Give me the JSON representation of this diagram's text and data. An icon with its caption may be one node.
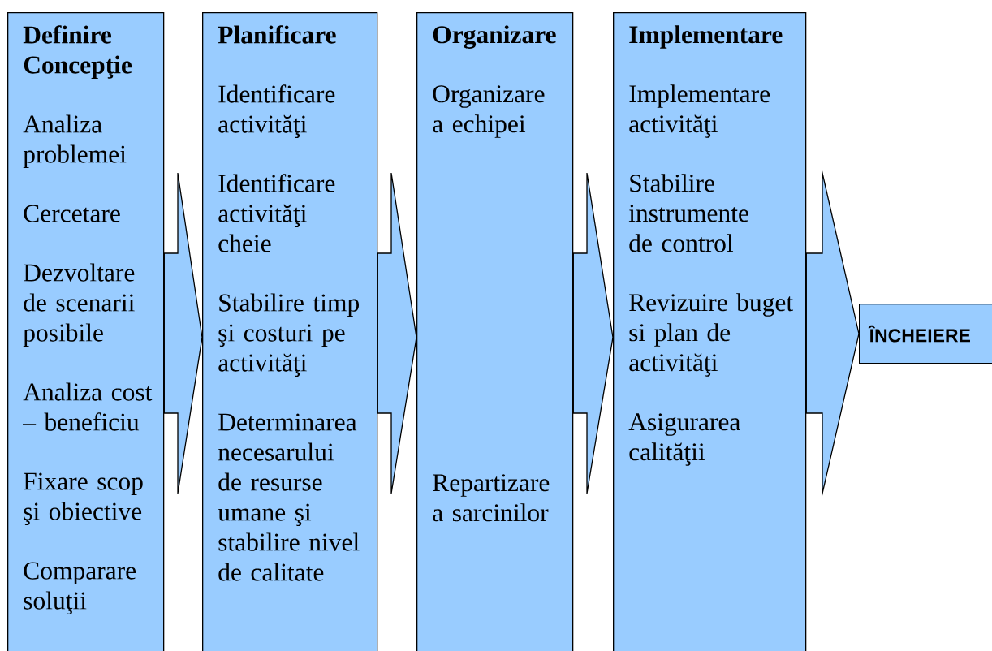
{
  "diagram": {
    "nodes": [
      {
        "text": [
          "Definire Concepţie",
          "Analiza problemei",
          "Cercetare",
          "Dezvoltare de scenarii posibile",
          "Analiza cost – beneficiu",
          "Fixare scop şi obiective",
          "Comparare soluţii"
        ]
      },
      {
        "text": [
          "Planificare",
          "Identificare activităţi",
          "Identificare activităţi cheie",
          "Stabilire timp şi costuri pe activităţi",
          "Determinarea necesarului de resurse umane şi stabilire nivel de calitate"
        ]
      },
      {
        "text": [
          "Organizare",
          "Organizare a echipei",
          "Repartizare a sarcinilor"
        ]
      },
      {
        "text": [
          "Implementare",
          "Implementare activităţi",
          "Stabilire instrumente de control",
          "Revizuire buget si plan de activităţi",
          "Asigurarea calităţii"
        ]
      },
      {
        "text": [
          "ÎNCHEIERE"
        ]
      }
    ],
    "edges": [
      {
        "from": 0,
        "to": 1,
        "arrow": "to"
      },
      {
        "from": 1,
        "to": 2,
        "arrow": "to"
      },
      {
        "from": 2,
        "to": 3,
        "arrow": "to"
      },
      {
        "from": 3,
        "to": 4,
        "arrow": "to"
      }
    ]
  }
}
